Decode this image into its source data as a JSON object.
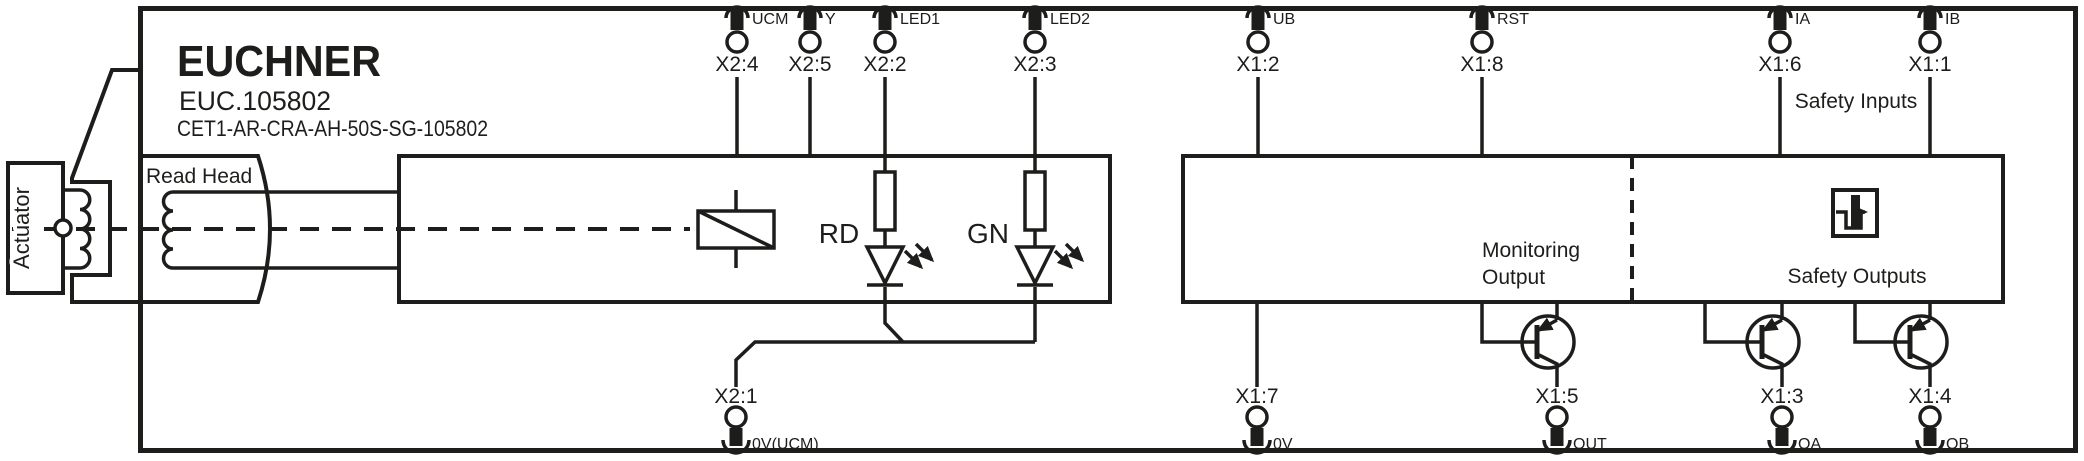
{
  "product": {
    "brand": "EUCHNER",
    "order_code": "EUC.105802",
    "type_code": "CET1-AR-CRA-AH-50S-SG-105802"
  },
  "labels": {
    "actuator": "Actuator",
    "read_head": "Read Head",
    "monitoring_output_line1": "Monitoring",
    "monitoring_output_line2": "Output",
    "safety_outputs": "Safety Outputs",
    "safety_inputs": "Safety Inputs",
    "led_red": "RD",
    "led_green": "GN"
  },
  "terminals": {
    "top": [
      {
        "port": "X2:4",
        "signal": "UCM"
      },
      {
        "port": "X2:5",
        "signal": "Y"
      },
      {
        "port": "X2:2",
        "signal": "LED1"
      },
      {
        "port": "X2:3",
        "signal": "LED2"
      },
      {
        "port": "X1:2",
        "signal": "UB"
      },
      {
        "port": "X1:8",
        "signal": "RST"
      },
      {
        "port": "X1:6",
        "signal": "IA"
      },
      {
        "port": "X1:1",
        "signal": "IB"
      }
    ],
    "bottom": [
      {
        "port": "X2:1",
        "signal": "0V(UCM)"
      },
      {
        "port": "X1:7",
        "signal": "0V"
      },
      {
        "port": "X1:5",
        "signal": "OUT"
      },
      {
        "port": "X1:3",
        "signal": "OA"
      },
      {
        "port": "X1:4",
        "signal": "OB"
      }
    ]
  },
  "colors": {
    "ink": "#1d1d1b",
    "background": "#ffffff"
  }
}
